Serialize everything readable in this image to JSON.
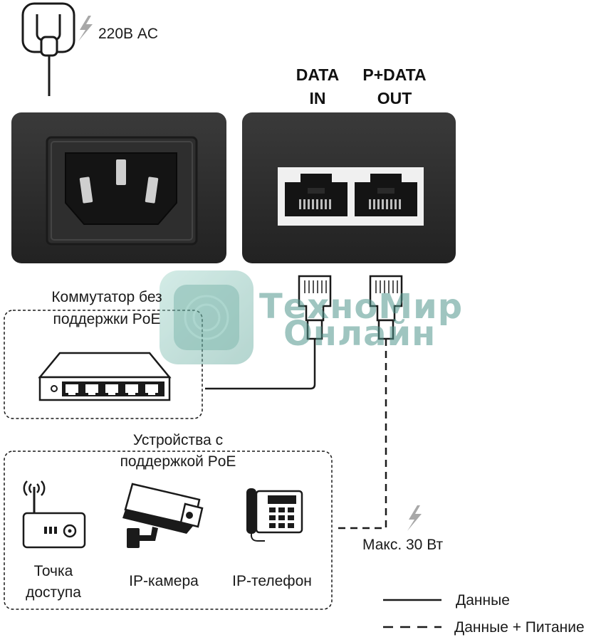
{
  "power": {
    "voltage_label": "220В AC"
  },
  "injector": {
    "port_in_label_line1": "DATA",
    "port_in_label_line2": "IN",
    "port_out_label_line1": "P+DATA",
    "port_out_label_line2": "OUT"
  },
  "switch": {
    "label_line1": "Коммутатор без",
    "label_line2": "поддержки PoE"
  },
  "poe_devices": {
    "group_label_line1": "Устройства с",
    "group_label_line2": "поддержкой PoE",
    "devices": [
      {
        "line1": "Точка",
        "line2": "доступа",
        "icon": "router-icon"
      },
      {
        "line1": "IP-камера",
        "icon": "camera-icon"
      },
      {
        "line1": "IP-телефон",
        "icon": "phone-icon"
      }
    ]
  },
  "max_power_label": "Макс. 30 Вт",
  "legend": {
    "solid_label": "Данные",
    "dashed_label": "Данные + Питание"
  },
  "watermark": {
    "line1": "ТехноМир",
    "line2": "Онлайн"
  },
  "colors": {
    "housing": "#2b2b2b",
    "housing_dark": "#1a1a1a",
    "port_bg": "#f0f0f0",
    "lightning": "#a8a8a8",
    "watermark": "#5aa396"
  }
}
